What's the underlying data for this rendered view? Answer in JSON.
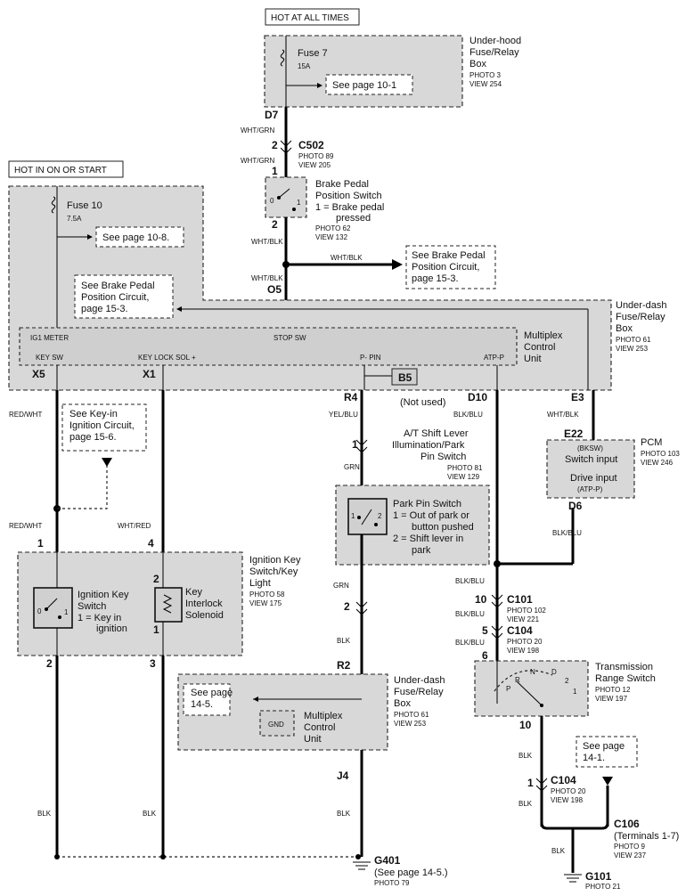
{
  "banners": {
    "hot_all": "HOT AT ALL TIMES",
    "hot_ig": "HOT IN ON OR START"
  },
  "underhood": {
    "name": [
      "Under-hood",
      "Fuse/Relay",
      "Box"
    ],
    "photo": "PHOTO 3",
    "view": "VIEW 254",
    "fuse": "Fuse 7",
    "amp": "15A",
    "see": "See page 10-1"
  },
  "wires": {
    "d7": "D7",
    "wht_grn_a": "WHT/GRN",
    "wht_grn_b": "WHT/GRN",
    "wht_blk_a": "WHT/BLK",
    "wht_blk_b": "WHT/BLK",
    "wht_blk_c": "WHT/BLK",
    "wht_blk_d": "WHT/BLK",
    "red_wht_a": "RED/WHT",
    "red_wht_b": "RED/WHT",
    "wht_red": "WHT/RED",
    "yel_blu": "YEL/BLU",
    "grn_a": "GRN",
    "grn_b": "GRN",
    "blk_a": "BLK",
    "blk_b": "BLK",
    "blk_c": "BLK",
    "blk_d": "BLK",
    "blk_e": "BLK",
    "blk_f": "BLK",
    "blk_g": "BLK",
    "blk_blu_a": "BLK/BLU",
    "blk_blu_b": "BLK/BLU",
    "blk_blu_c": "BLK/BLU",
    "blk_blu_d": "BLK/BLU",
    "blk_blu_e": "BLK/BLU"
  },
  "c502": {
    "name": "C502",
    "photo": "PHOTO 89",
    "view": "VIEW 205",
    "pin_top": "2",
    "pin_bottom": "1"
  },
  "brake": {
    "name": [
      "Brake Pedal",
      "Position Switch"
    ],
    "legend": [
      "1 = Brake pedal",
      "pressed"
    ],
    "photo": "PHOTO 62",
    "view": "VIEW 132",
    "pin": "2",
    "sw0": "0",
    "sw1": "1"
  },
  "see_brake_right": [
    "See Brake Pedal",
    "Position Circuit,",
    "page 15-3."
  ],
  "o5": "O5",
  "underdash": {
    "name": [
      "Under-dash",
      "Fuse/Relay",
      "Box"
    ],
    "photo": "PHOTO 61",
    "view": "VIEW 253",
    "fuse": "Fuse 10",
    "amp": "7.5A",
    "see": "See page 10-8.",
    "see_brake": [
      "See Brake Pedal",
      "Position Circuit,",
      "page 15-3."
    ],
    "mcu": [
      "Multiplex",
      "Control",
      "Unit"
    ],
    "ig1": "IG1 METER",
    "stop": "STOP SW",
    "keysw": "KEY SW",
    "keylock": "KEY LOCK SOL +",
    "ppin": "P- PIN",
    "atp": "ATP-P",
    "x5": "X5",
    "x1": "X1",
    "r4": "R4",
    "b5": "B5",
    "d10": "D10",
    "e3": "E3",
    "not_used": "(Not used)"
  },
  "see_keyin": [
    "See Key-in",
    "Ignition Circuit,",
    "page 15-6."
  ],
  "at_shift": {
    "name": [
      "A/T Shift Lever",
      "Illumination/Park",
      "Pin Switch"
    ],
    "photo": "PHOTO 81",
    "view": "VIEW 129",
    "pin_top": "1",
    "park": [
      "Park Pin Switch",
      "1 = Out of park or",
      "button pushed",
      "2 = Shift lever in",
      "park"
    ],
    "pin_bottom": "2",
    "sw1": "1",
    "sw2": "2"
  },
  "pcm": {
    "name": "PCM",
    "photo": "PHOTO 103",
    "view": "VIEW 246",
    "e22": "E22",
    "bksw": "(BKSW)",
    "sw_input": "Switch input",
    "drive": "Drive input",
    "atpp": "(ATP-P)",
    "d6": "D6"
  },
  "ign": {
    "name": [
      "Ignition Key",
      "Switch/Key",
      "Light"
    ],
    "photo": "PHOTO 58",
    "view": "VIEW 175",
    "sw_name": [
      "Ignition Key",
      "Switch"
    ],
    "sw_legend": [
      "1 = Key in",
      "ignition"
    ],
    "sol": [
      "Key",
      "Interlock",
      "Solenoid"
    ],
    "p1": "1",
    "p4": "4",
    "p2a": "2",
    "p1b": "1",
    "p2": "2",
    "p3": "3",
    "sw0": "0",
    "sw1": "1"
  },
  "c101": {
    "name": "C101",
    "photo": "PHOTO 102",
    "view": "VIEW 221",
    "pin": "10"
  },
  "c104": {
    "name": "C104",
    "photo": "PHOTO 20",
    "view": "VIEW 198",
    "pin": "5",
    "pin2": "6"
  },
  "trs": {
    "name": [
      "Transmission",
      "Range Switch"
    ],
    "photo": "PHOTO 12",
    "view": "VIEW 197",
    "pin": "10",
    "r": "R",
    "n": "N",
    "d": "D",
    "two": "2",
    "one": "1",
    "p": "P"
  },
  "see_14_1": [
    "See page",
    "14-1."
  ],
  "c104b": {
    "name": "C104",
    "photo": "PHOTO 20",
    "view": "VIEW 198",
    "pin": "1"
  },
  "c106": {
    "name": "C106",
    "terminals": "(Terminals 1-7)",
    "photo": "PHOTO 9",
    "view": "VIEW 237"
  },
  "g101": {
    "name": "G101",
    "photo": "PHOTO 21"
  },
  "underdash2": {
    "name": [
      "Under-dash",
      "Fuse/Relay",
      "Box"
    ],
    "photo": "PHOTO 61",
    "view": "VIEW 253",
    "r2": "R2",
    "j4": "J4",
    "see": [
      "See page",
      "14-5."
    ],
    "gnd": "GND",
    "mcu": [
      "Multiplex",
      "Control",
      "Unit"
    ],
    "pin": "2"
  },
  "g401": {
    "name": "G401",
    "see": "(See page 14-5.)",
    "photo": "PHOTO 79"
  }
}
